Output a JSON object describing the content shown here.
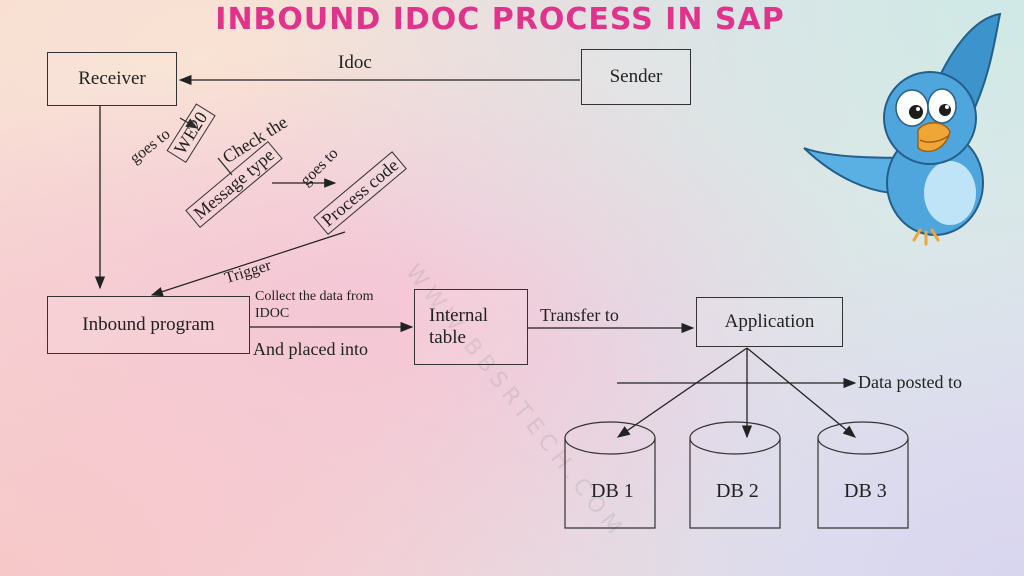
{
  "title": "INBOUND IDOC PROCESS IN SAP",
  "nodes": {
    "receiver": "Receiver",
    "sender": "Sender",
    "inbound_program": "Inbound program",
    "internal_table_1": "Internal",
    "internal_table_2": "table",
    "application": "Application",
    "we20": "WE20",
    "message_type": "Message type",
    "process_code": "Process code",
    "db1": "DB 1",
    "db2": "DB 2",
    "db3": "DB 3"
  },
  "edges": {
    "idoc": "Idoc",
    "goes_to_1": "goes to",
    "check_the": "Check the",
    "goes_to_2": "goes to",
    "trigger": "Trigger",
    "collect_1": "Collect the data from",
    "collect_2": "IDOC",
    "placed_into": "And placed into",
    "transfer_to": "Transfer to",
    "data_posted_to": "Data posted to"
  },
  "watermark": "WWW.BBSRTECH.COM",
  "colors": {
    "title": "#e0338c",
    "bird_body": "#4fa6dc",
    "bird_beak": "#f0a636"
  }
}
